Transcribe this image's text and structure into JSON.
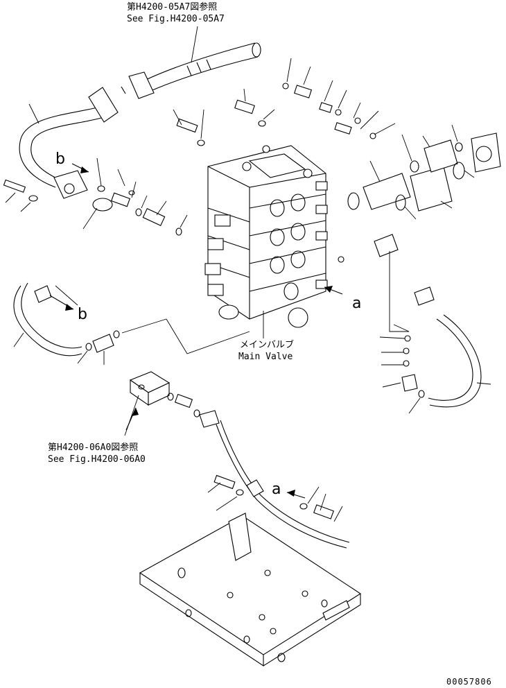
{
  "references": {
    "top": {
      "jp": "第H4200-05A7図参照",
      "en": "See Fig.H4200-05A7"
    },
    "mid": {
      "jp": "第H4200-06A0図参照",
      "en": "See Fig.H4200-06A0"
    }
  },
  "main_valve": {
    "jp": "メインバルブ",
    "en": "Main Valve"
  },
  "callouts": {
    "a_right": "a",
    "a_lower": "a",
    "b_upper": "b",
    "b_lower": "b"
  },
  "drawing_number": "00057806",
  "colors": {
    "line": "#000000",
    "background": "#ffffff"
  }
}
